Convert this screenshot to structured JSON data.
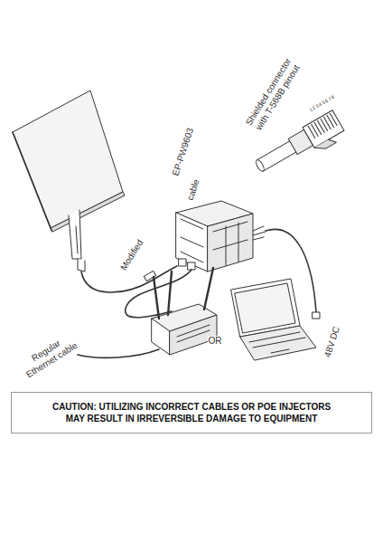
{
  "diagram": {
    "nodes": [
      {
        "text": [
          "CAUTION: UTILIZING INCORRECT CABLES OR POE INJECTORS MAY RESULT IN IRREVERSIBLE DAMAGE TO EQUIPMENT"
        ]
      }
    ],
    "labels": [
      "Shielded connector with T-568B pinout",
      "1",
      "2",
      "3",
      "4",
      "5",
      "6",
      "7",
      "8",
      "EP-PW9603",
      "cable",
      "Modified",
      "Regular Ethernet cable",
      "OR",
      "48V DC"
    ]
  }
}
